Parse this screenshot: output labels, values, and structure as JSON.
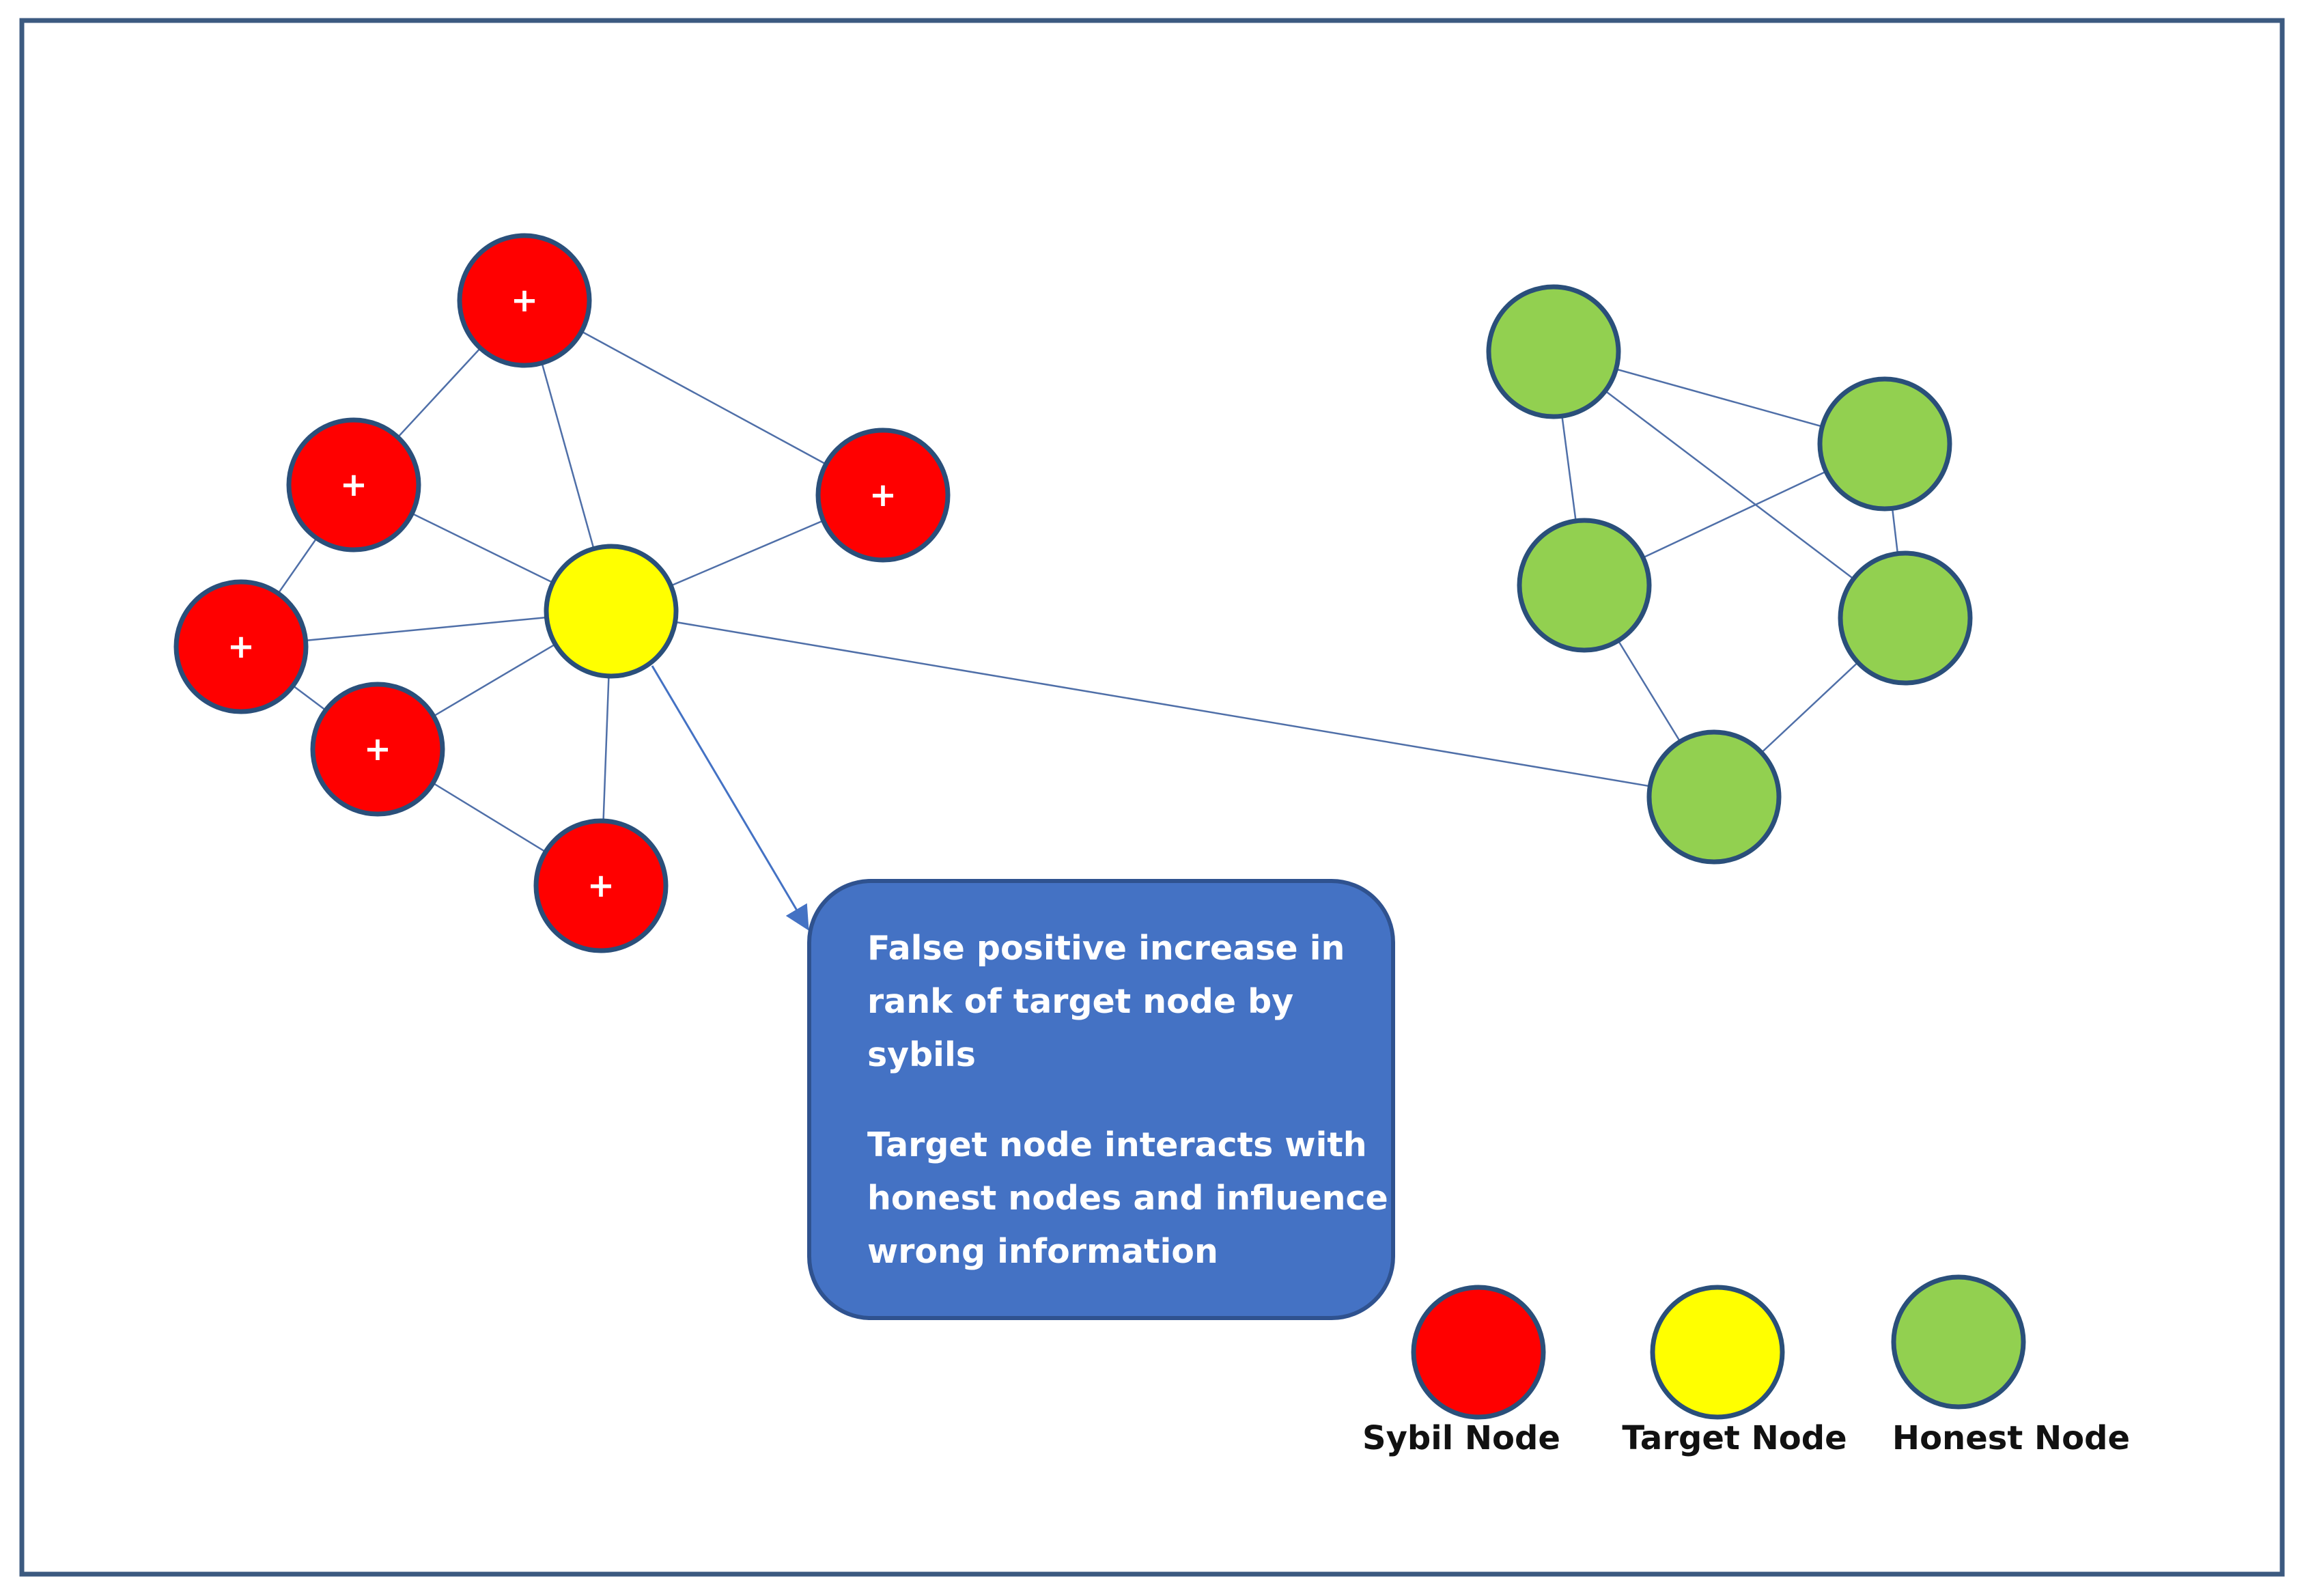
{
  "colors": {
    "sybil": "#ff0000",
    "target": "#ffff00",
    "honest": "#92d050",
    "callout": "#4472c4",
    "frame": "#3c5a80"
  },
  "nodes": {
    "sybil_marker": "+"
  },
  "callout": {
    "lines": [
      "False positive increase in",
      "rank of target node by",
      "sybils",
      "Target node interacts with",
      "honest nodes and influence",
      "wrong information"
    ]
  },
  "legend": {
    "sybil_label": "Sybil Node",
    "target_label": "Target Node",
    "honest_label": "Honest Node"
  }
}
